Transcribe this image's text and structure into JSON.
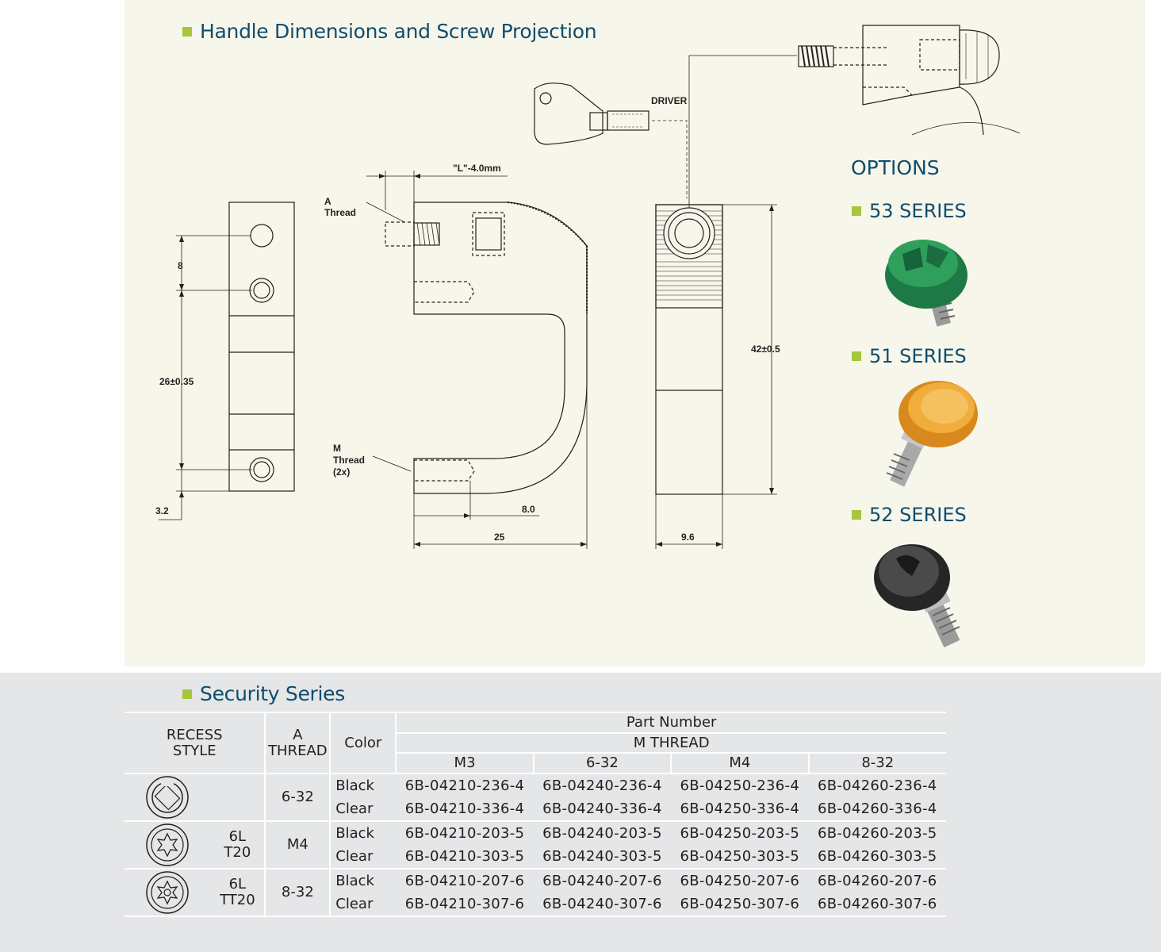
{
  "drawing_section": {
    "title": "Handle Dimensions and Screw Projection",
    "labels": {
      "driver": "DRIVER",
      "l_minus": "\"L\"-4.0mm",
      "a_thread_1": "A",
      "a_thread_2": "Thread",
      "m_thread_1": "M",
      "m_thread_2": "Thread",
      "m_thread_3": "(2x)",
      "dim_8": "8",
      "dim_26": "26±0.35",
      "dim_3_2": "3.2",
      "dim_8_0": "8.0",
      "dim_25": "25",
      "dim_42": "42±0.5",
      "dim_9_6": "9.6"
    }
  },
  "options": {
    "title": "OPTIONS",
    "series": [
      {
        "label": "53 SERIES",
        "color": "#1f8a4c"
      },
      {
        "label": "51 SERIES",
        "color": "#e8a12a"
      },
      {
        "label": "52 SERIES",
        "color": "#3a3a3a"
      }
    ]
  },
  "security": {
    "title": "Security Series",
    "headers": {
      "recess_style_1": "RECESS",
      "recess_style_2": "STYLE",
      "a_thread_1": "A",
      "a_thread_2": "THREAD",
      "color": "Color",
      "part_number": "Part Number",
      "m_thread": "M THREAD",
      "m_cols": [
        "M3",
        "6-32",
        "M4",
        "8-32"
      ]
    },
    "groups": [
      {
        "recess_icon": "pin-in-hex-recess-icon",
        "recess_label_1": "",
        "recess_label_2": "",
        "a_thread": "6-32",
        "rows": [
          {
            "color": "Black",
            "parts": [
              "6B-04210-236-4",
              "6B-04240-236-4",
              "6B-04250-236-4",
              "6B-04260-236-4"
            ]
          },
          {
            "color": "Clear",
            "parts": [
              "6B-04210-336-4",
              "6B-04240-336-4",
              "6B-04250-336-4",
              "6B-04260-336-4"
            ]
          }
        ]
      },
      {
        "recess_icon": "torx-recess-icon",
        "recess_label_1": "6L",
        "recess_label_2": "T20",
        "a_thread": "M4",
        "rows": [
          {
            "color": "Black",
            "parts": [
              "6B-04210-203-5",
              "6B-04240-203-5",
              "6B-04250-203-5",
              "6B-04260-203-5"
            ]
          },
          {
            "color": "Clear",
            "parts": [
              "6B-04210-303-5",
              "6B-04240-303-5",
              "6B-04250-303-5",
              "6B-04260-303-5"
            ]
          }
        ]
      },
      {
        "recess_icon": "tamper-torx-recess-icon",
        "recess_label_1": "6L",
        "recess_label_2": "TT20",
        "a_thread": "8-32",
        "rows": [
          {
            "color": "Black",
            "parts": [
              "6B-04210-207-6",
              "6B-04240-207-6",
              "6B-04250-207-6",
              "6B-04260-207-6"
            ]
          },
          {
            "color": "Clear",
            "parts": [
              "6B-04210-307-6",
              "6B-04240-307-6",
              "6B-04250-307-6",
              "6B-04260-307-6"
            ]
          }
        ]
      }
    ]
  }
}
